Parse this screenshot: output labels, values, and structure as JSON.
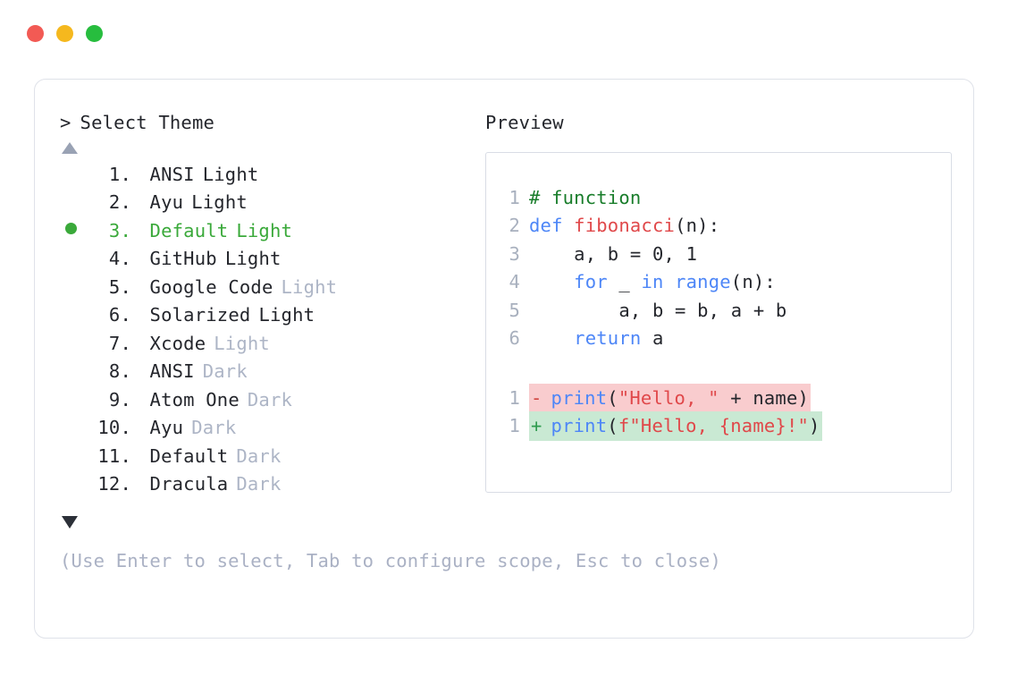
{
  "window": {
    "dots": [
      {
        "name": "close",
        "color": "#f25a54"
      },
      {
        "name": "minimize",
        "color": "#f5b81e"
      },
      {
        "name": "maximize",
        "color": "#27bd3e"
      }
    ]
  },
  "selector": {
    "caret": ">",
    "title": "Select Theme",
    "scroll_up_icon": "triangle-up",
    "scroll_down_icon": "triangle-down",
    "selected_index": 3,
    "items": [
      {
        "index": "1.",
        "name": "ANSI",
        "suffix": "Light",
        "suffix_muted": false,
        "selected": false
      },
      {
        "index": "2.",
        "name": "Ayu",
        "suffix": "Light",
        "suffix_muted": false,
        "selected": false
      },
      {
        "index": "3.",
        "name": "Default",
        "suffix": "Light",
        "suffix_muted": false,
        "selected": true
      },
      {
        "index": "4.",
        "name": "GitHub",
        "suffix": "Light",
        "suffix_muted": false,
        "selected": false
      },
      {
        "index": "5.",
        "name": "Google Code",
        "suffix": "Light",
        "suffix_muted": true,
        "selected": false
      },
      {
        "index": "6.",
        "name": "Solarized",
        "suffix": "Light",
        "suffix_muted": false,
        "selected": false
      },
      {
        "index": "7.",
        "name": "Xcode",
        "suffix": "Light",
        "suffix_muted": true,
        "selected": false
      },
      {
        "index": "8.",
        "name": "ANSI",
        "suffix": "Dark",
        "suffix_muted": true,
        "selected": false
      },
      {
        "index": "9.",
        "name": "Atom One",
        "suffix": "Dark",
        "suffix_muted": true,
        "selected": false
      },
      {
        "index": "10.",
        "name": "Ayu",
        "suffix": "Dark",
        "suffix_muted": true,
        "selected": false
      },
      {
        "index": "11.",
        "name": "Default",
        "suffix": "Dark",
        "suffix_muted": true,
        "selected": false
      },
      {
        "index": "12.",
        "name": "Dracula",
        "suffix": "Dark",
        "suffix_muted": true,
        "selected": false
      }
    ],
    "hint": "(Use Enter to select, Tab to configure scope, Esc to close)"
  },
  "preview": {
    "label": "Preview",
    "code_lines": [
      {
        "number": "1",
        "tokens": [
          {
            "text": "# function",
            "type": "comment"
          }
        ]
      },
      {
        "number": "2",
        "tokens": [
          {
            "text": "def ",
            "type": "keyword"
          },
          {
            "text": "fibonacci",
            "type": "func"
          },
          {
            "text": "(n):",
            "type": "plain"
          }
        ]
      },
      {
        "number": "3",
        "tokens": [
          {
            "text": "    a, b = 0, 1",
            "type": "plain"
          }
        ]
      },
      {
        "number": "4",
        "tokens": [
          {
            "text": "    ",
            "type": "plain"
          },
          {
            "text": "for",
            "type": "keyword"
          },
          {
            "text": " _ ",
            "type": "plain"
          },
          {
            "text": "in range",
            "type": "keyword"
          },
          {
            "text": "(n):",
            "type": "plain"
          }
        ]
      },
      {
        "number": "5",
        "tokens": [
          {
            "text": "        a, b = b, a + b",
            "type": "plain"
          }
        ]
      },
      {
        "number": "6",
        "tokens": [
          {
            "text": "    ",
            "type": "plain"
          },
          {
            "text": "return",
            "type": "keyword"
          },
          {
            "text": " a",
            "type": "plain"
          }
        ]
      }
    ],
    "diff_lines": [
      {
        "number": "1",
        "sign": "-",
        "kind": "removed",
        "tokens": [
          {
            "text": "print",
            "type": "keyword"
          },
          {
            "text": "(",
            "type": "plain"
          },
          {
            "text": "\"Hello, \"",
            "type": "string"
          },
          {
            "text": " + name)",
            "type": "plain"
          }
        ]
      },
      {
        "number": "1",
        "sign": "+",
        "kind": "added",
        "tokens": [
          {
            "text": "print",
            "type": "keyword"
          },
          {
            "text": "(",
            "type": "plain"
          },
          {
            "text": "f\"Hello, {name}!\"",
            "type": "string"
          },
          {
            "text": ")",
            "type": "plain"
          }
        ]
      }
    ]
  },
  "colors": {
    "accent_green": "#3aa93a",
    "muted_text": "#adb5c6",
    "body_text": "#24262c",
    "diff_removed_bg": "#f9ccce",
    "diff_added_bg": "#c9e9d3",
    "keyword": "#4d86f7",
    "string": "#e0484a",
    "comment": "#197d2b",
    "card_border": "#dfe2e9"
  }
}
